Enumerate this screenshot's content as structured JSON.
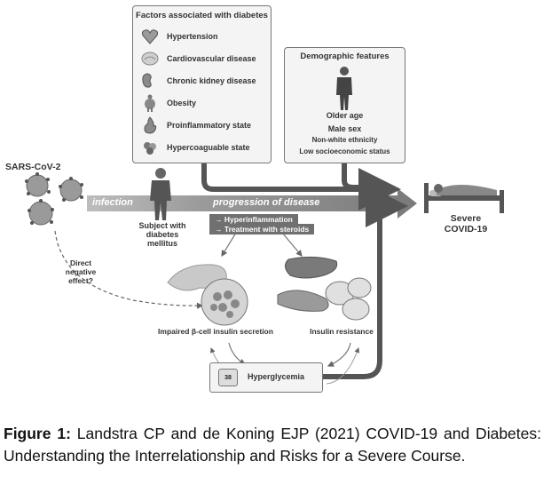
{
  "factors_box": {
    "title": "Factors associated with diabetes",
    "items": [
      {
        "label": "Hypertension",
        "icon": "heart-icon"
      },
      {
        "label": "Cardiovascular disease",
        "icon": "vessel-icon"
      },
      {
        "label": "Chronic kidney disease",
        "icon": "kidney-icon"
      },
      {
        "label": "Obesity",
        "icon": "obese-figure-icon"
      },
      {
        "label": "Proinflammatory state",
        "icon": "flame-icon"
      },
      {
        "label": "Hypercoaguable state",
        "icon": "clot-icon"
      }
    ]
  },
  "demographics_box": {
    "title": "Demographic features",
    "items": [
      "Older age",
      "Male sex",
      "Non-white ethnicity",
      "Low socioeconomic status"
    ]
  },
  "virus": {
    "label": "SARS-CoV-2"
  },
  "main_arrow": {
    "infection": "infection",
    "progression": "progression of disease"
  },
  "subject": {
    "label_lines": [
      "Subject with",
      "diabetes",
      "mellitus"
    ]
  },
  "mechanisms": [
    "Hyperinflammation",
    "Treatment with steroids"
  ],
  "direct_effect": {
    "label_lines": [
      "Direct",
      "negative",
      "effect?"
    ]
  },
  "outcome": {
    "label_lines": [
      "Severe",
      "COVID-19"
    ]
  },
  "pancreas": {
    "label": "Impaired β-cell insulin secretion"
  },
  "insulin_resistance": {
    "label": "Insulin resistance"
  },
  "hyperglycemia": {
    "label": "Hyperglycemia",
    "meter_value": "38"
  },
  "caption": {
    "prefix": "Figure 1:",
    "text": " Landstra CP and de Koning EJP (2021) COVID-19 and Diabetes: Understanding the Interrelationship and Risks for a Severe Course."
  }
}
